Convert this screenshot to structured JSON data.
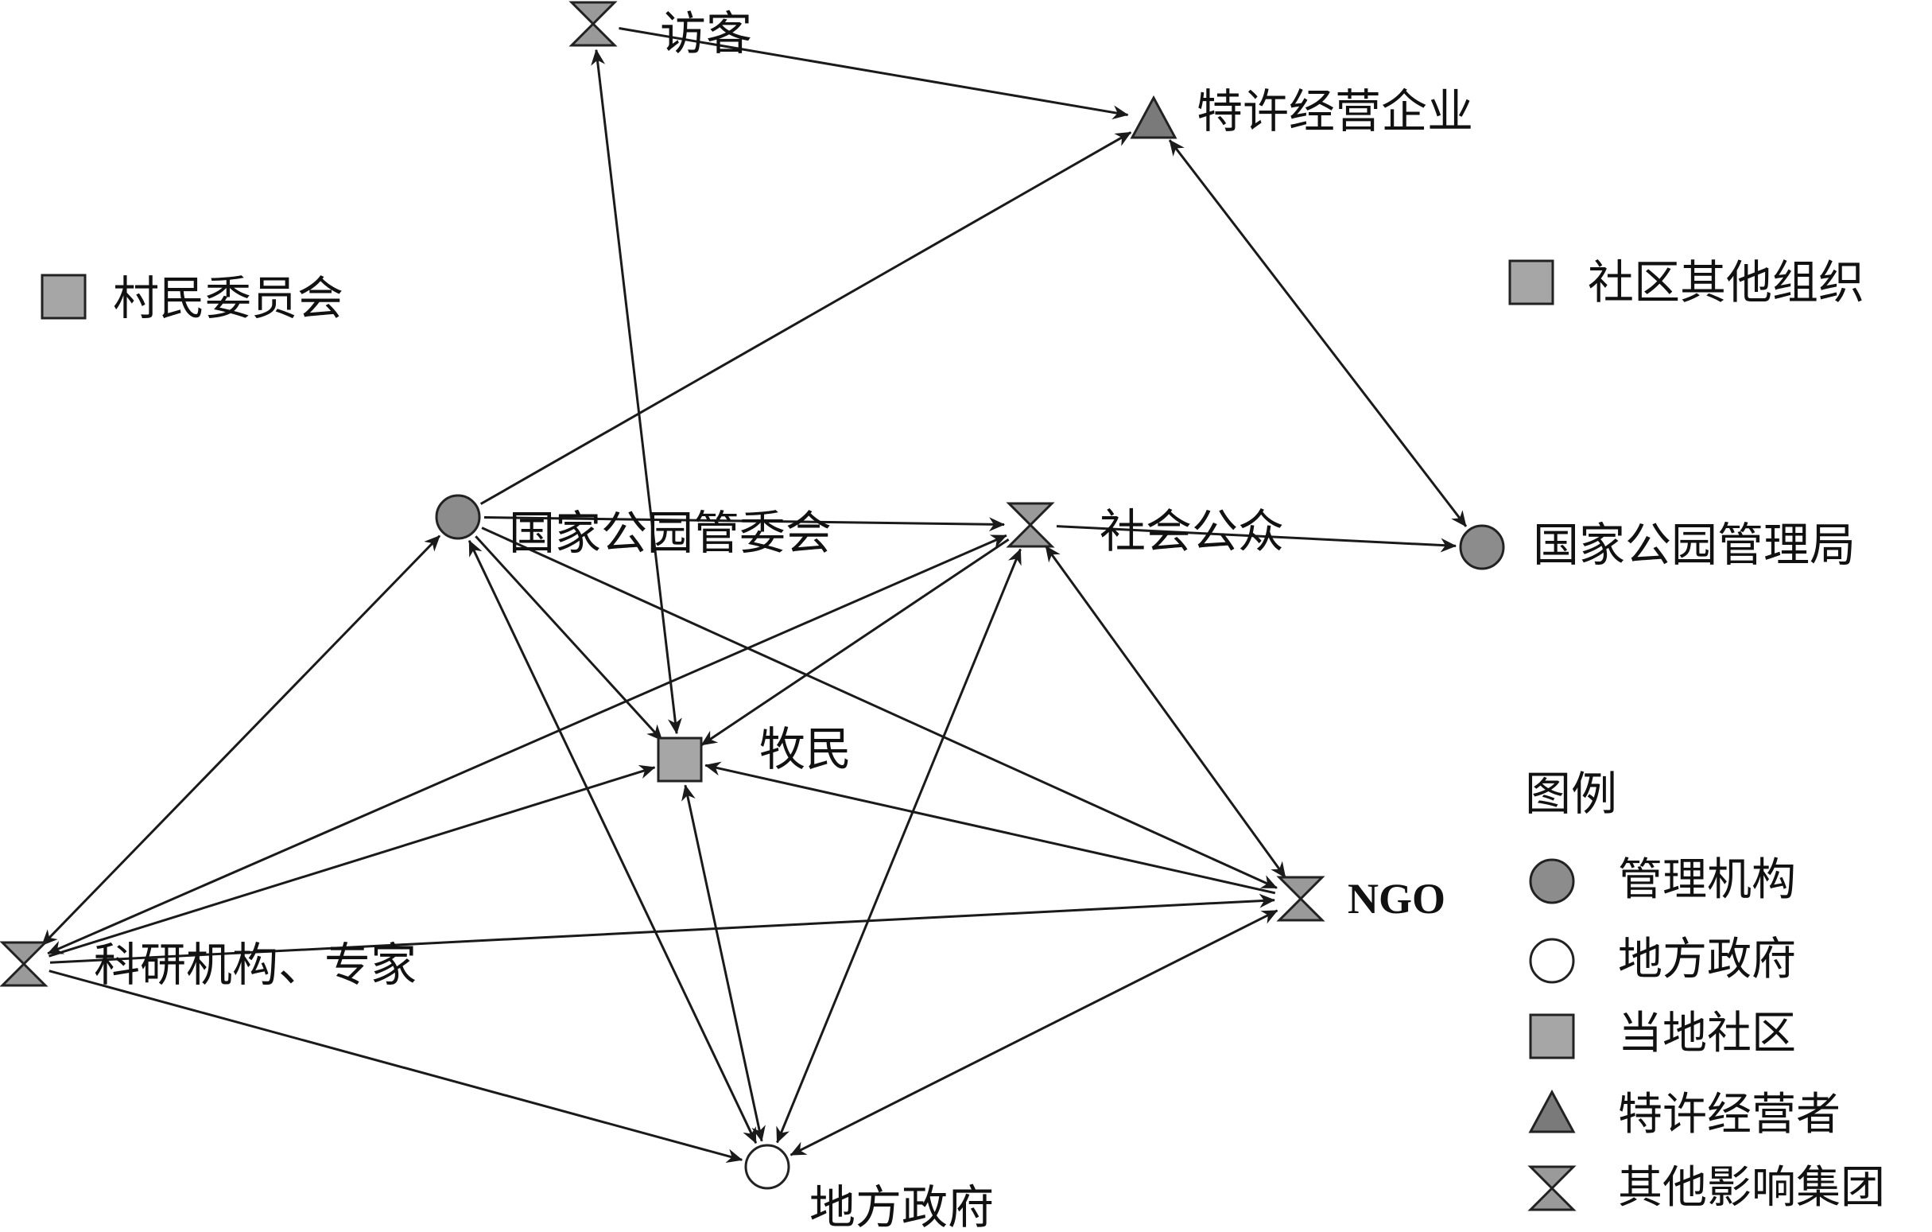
{
  "nodes": [
    {
      "id": "visitor",
      "label": "访客",
      "type": "influence"
    },
    {
      "id": "concession_enterprise",
      "label": "特许经营企业",
      "type": "concession"
    },
    {
      "id": "village_committee",
      "label": "村民委员会",
      "type": "community"
    },
    {
      "id": "community_other",
      "label": "社区其他组织",
      "type": "community"
    },
    {
      "id": "park_committee",
      "label": "国家公园管委会",
      "type": "management"
    },
    {
      "id": "public",
      "label": "社会公众",
      "type": "influence"
    },
    {
      "id": "park_bureau",
      "label": "国家公园管理局",
      "type": "management"
    },
    {
      "id": "herders",
      "label": "牧民",
      "type": "community"
    },
    {
      "id": "ngo",
      "label": "NGO",
      "type": "influence"
    },
    {
      "id": "research",
      "label": "科研机构、专家",
      "type": "influence"
    },
    {
      "id": "local_gov",
      "label": "地方政府",
      "type": "government"
    }
  ],
  "edges": [
    {
      "from": "visitor",
      "to": "concession_enterprise",
      "both": false
    },
    {
      "from": "visitor",
      "to": "herders",
      "both": true
    },
    {
      "from": "concession_enterprise",
      "to": "park_bureau",
      "both": true
    },
    {
      "from": "park_committee",
      "to": "concession_enterprise",
      "both": false
    },
    {
      "from": "park_committee",
      "to": "public",
      "both": false
    },
    {
      "from": "park_committee",
      "to": "herders",
      "both": false
    },
    {
      "from": "park_committee",
      "to": "ngo",
      "both": false
    },
    {
      "from": "park_committee",
      "to": "research",
      "both": true
    },
    {
      "from": "park_committee",
      "to": "local_gov",
      "both": true
    },
    {
      "from": "public",
      "to": "park_bureau",
      "both": false
    },
    {
      "from": "public",
      "to": "herders",
      "both": false
    },
    {
      "from": "public",
      "to": "ngo",
      "both": true
    },
    {
      "from": "public",
      "to": "local_gov",
      "both": true
    },
    {
      "from": "public",
      "to": "research",
      "both": true
    },
    {
      "from": "research",
      "to": "herders",
      "both": false
    },
    {
      "from": "research",
      "to": "ngo",
      "both": false
    },
    {
      "from": "research",
      "to": "local_gov",
      "both": false
    },
    {
      "from": "herders",
      "to": "local_gov",
      "both": true
    },
    {
      "from": "ngo",
      "to": "herders",
      "both": false
    },
    {
      "from": "ngo",
      "to": "local_gov",
      "both": true
    }
  ],
  "legend": {
    "title": "图例",
    "items": [
      {
        "type": "management",
        "label": "管理机构"
      },
      {
        "type": "government",
        "label": "地方政府"
      },
      {
        "type": "community",
        "label": "当地社区"
      },
      {
        "type": "concession",
        "label": "特许经营者"
      },
      {
        "type": "influence",
        "label": "其他影响集团"
      }
    ]
  },
  "colors": {
    "management": "#8c8c8c",
    "government": "#ffffff",
    "community": "#a6a6a6",
    "concession": "#7a7a7a",
    "influence": "#9a9a9a",
    "edge": "#1a1a1a"
  }
}
